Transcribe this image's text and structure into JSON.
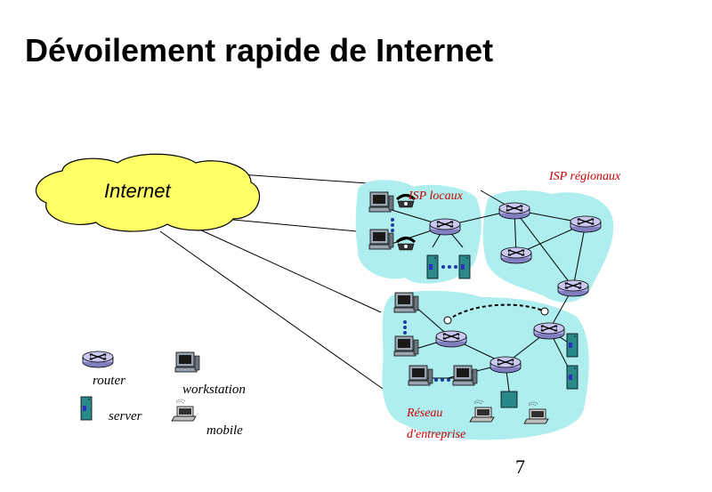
{
  "slide": {
    "title": "Dévoilement rapide de Internet",
    "page_number": "7"
  },
  "diagram": {
    "cloud_label": "Internet",
    "labels": {
      "isp_locaux": "ISP locaux",
      "isp_regionaux": "ISP régionaux",
      "reseau_line1": "Réseau",
      "reseau_line2": "d'entreprise"
    },
    "legend": {
      "router": "router",
      "workstation": "workstation",
      "server": "server",
      "mobile": "mobile"
    },
    "colors": {
      "cloud": "#ffff66",
      "network_area": "#aeeeee",
      "router": "#b0b0e8",
      "server": "#2a8a8a",
      "label_red": "#cc0000"
    }
  }
}
